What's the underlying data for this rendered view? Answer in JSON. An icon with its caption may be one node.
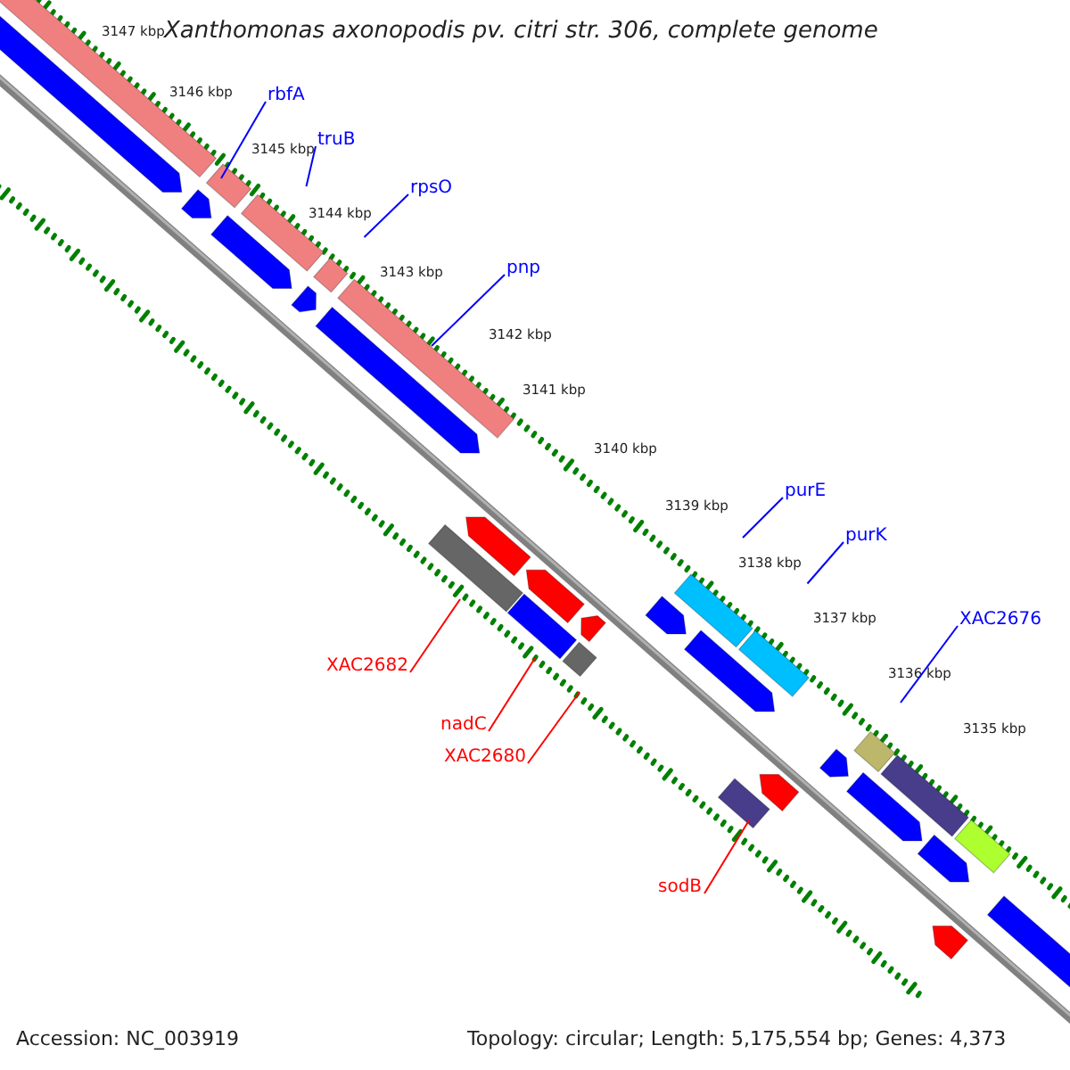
{
  "diagram": {
    "title": "Xanthomonas axonopodis pv. citri str. 306, complete genome",
    "nodes": [
      {
        "text": [
          "rbfA"
        ]
      },
      {
        "text": [
          "truB"
        ]
      },
      {
        "text": [
          "rpsO"
        ]
      },
      {
        "text": [
          "pnp"
        ]
      },
      {
        "text": [
          "purE"
        ]
      },
      {
        "text": [
          "purK"
        ]
      },
      {
        "text": [
          "XAC2676"
        ]
      },
      {
        "text": [
          "XAC2682"
        ]
      },
      {
        "text": [
          "nadC"
        ]
      },
      {
        "text": [
          "XAC2680"
        ]
      },
      {
        "text": [
          "sodB"
        ]
      }
    ],
    "edges": [
      {
        "from": 0,
        "to": null,
        "arrow": "none"
      },
      {
        "from": 1,
        "to": null,
        "arrow": "none"
      },
      {
        "from": 2,
        "to": null,
        "arrow": "none"
      },
      {
        "from": 3,
        "to": null,
        "arrow": "none"
      },
      {
        "from": 4,
        "to": null,
        "arrow": "none"
      },
      {
        "from": 5,
        "to": null,
        "arrow": "none"
      },
      {
        "from": 6,
        "to": null,
        "arrow": "none"
      },
      {
        "from": 7,
        "to": null,
        "arrow": "none",
        "color": "#ff0000"
      },
      {
        "from": 8,
        "to": null,
        "arrow": "none",
        "color": "#ff0000"
      },
      {
        "from": 9,
        "to": null,
        "arrow": "none",
        "color": "#ff0000"
      },
      {
        "from": 10,
        "to": null,
        "arrow": "none",
        "color": "#ff0000"
      }
    ],
    "labels": [
      "3147 kbp",
      "3146 kbp",
      "3145 kbp",
      "3144 kbp",
      "3143 kbp",
      "3142 kbp",
      "3141 kbp",
      "3140 kbp",
      "3139 kbp",
      "3138 kbp",
      "3137 kbp",
      "3136 kbp",
      "3135 kbp",
      "Accession: NC_003919",
      "Topology: circular; Length: 5,175,554 bp; Genes: 4,373"
    ]
  }
}
